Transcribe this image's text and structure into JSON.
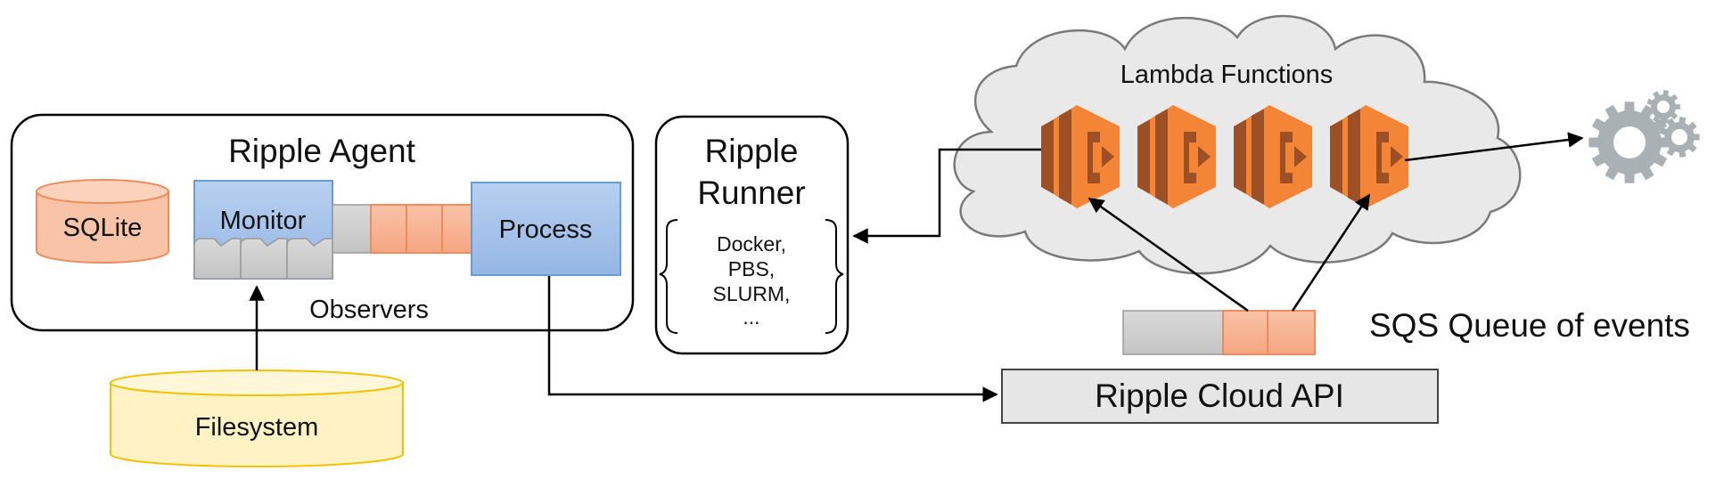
{
  "agent": {
    "title": "Ripple Agent",
    "sqlite_label": "SQLite",
    "monitor_label": "Monitor",
    "process_label": "Process",
    "observers_label": "Observers"
  },
  "filesystem": {
    "label": "Filesystem"
  },
  "runner": {
    "title_line1": "Ripple",
    "title_line2": "Runner",
    "schedulers": [
      "Docker,",
      "PBS,",
      "SLURM,",
      "..."
    ]
  },
  "cloud": {
    "label": "Lambda Functions",
    "function_count": 4
  },
  "sqs": {
    "label": "SQS Queue of events"
  },
  "api": {
    "label": "Ripple Cloud API"
  },
  "colors": {
    "orange_fill": "#f8b99b",
    "orange_stroke": "#e8855a",
    "lambda_orange": "#f58536",
    "lambda_dark": "#9d5025",
    "blue_fill": "#a9c4ea",
    "blue_stroke": "#6c9bd2",
    "gray_fill": "#d4d4d4",
    "yellow_fill": "#fff2c4",
    "yellow_stroke": "#f2c200",
    "gear_gray": "#a9b1b5"
  }
}
